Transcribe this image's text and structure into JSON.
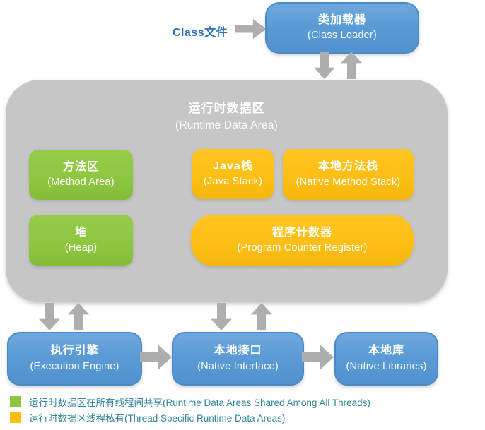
{
  "labels": {
    "class_file": "Class文件"
  },
  "runtime_data_area": {
    "zh": "运行时数据区",
    "en": "(Runtime Data Area)"
  },
  "boxes": {
    "class_loader": {
      "zh": "类加载器",
      "en": "(Class Loader)"
    },
    "method_area": {
      "zh": "方法区",
      "en": "(Method Area)"
    },
    "java_stack": {
      "zh": "Java栈",
      "en": "(Java Stack)"
    },
    "native_method_stack": {
      "zh": "本地方法栈",
      "en": "(Native Method Stack)"
    },
    "heap": {
      "zh": "堆",
      "en": "(Heap)"
    },
    "program_counter": {
      "zh": "程序计数器",
      "en": "(Program Counter Register)"
    },
    "execution_engine": {
      "zh": "执行引擎",
      "en": "(Execution Engine)"
    },
    "native_interface": {
      "zh": "本地接口",
      "en": "(Native Interface)"
    },
    "native_libraries": {
      "zh": "本地库",
      "en": "(Native Libraries)"
    }
  },
  "legend": {
    "shared": {
      "label": "运行时数据区在所有线程间共享(Runtime Data Areas Shared Among All Threads)",
      "color": "#8dc63f"
    },
    "thread_private": {
      "label": "运行时数据区线程私有(Thread Specific Runtime Data Areas)",
      "color": "#fdbe14"
    }
  },
  "colors": {
    "blue_box": "#5b9bd5",
    "green_box": "#8dc63f",
    "orange_box": "#fdbe14",
    "gray_container": "#c6c6c6",
    "arrow": "#aeaeae",
    "legend_text": "#31849b",
    "class_file_text": "#2e74b5"
  }
}
